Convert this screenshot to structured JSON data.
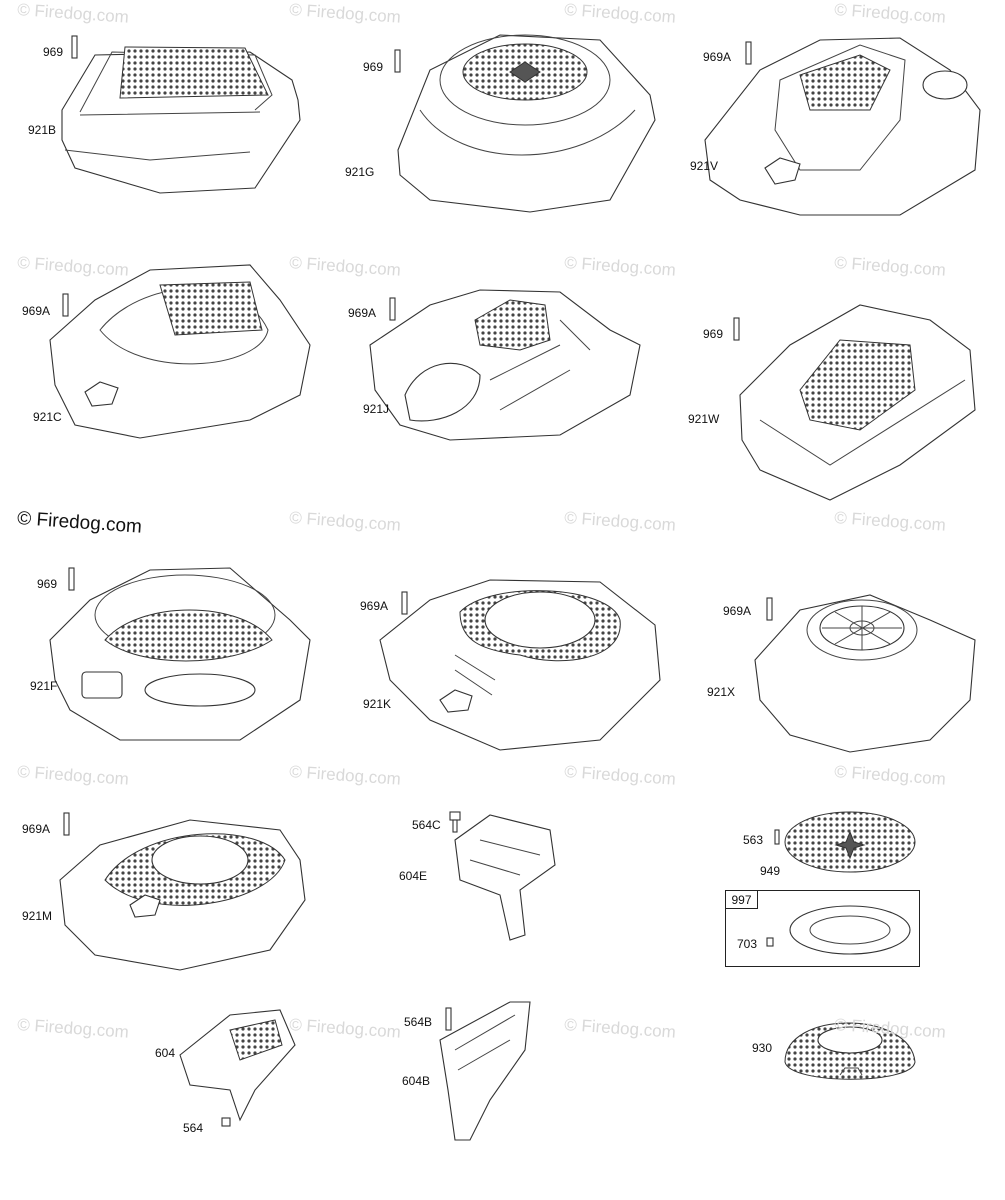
{
  "watermark": "© Firedog.com",
  "parts": {
    "p969_a": "969",
    "p921B": "921B",
    "p969_b": "969",
    "p921G": "921G",
    "p969A_a": "969A",
    "p921V": "921V",
    "p969A_b": "969A",
    "p921C": "921C",
    "p969A_c": "969A",
    "p921J": "921J",
    "p969_c": "969",
    "p921W": "921W",
    "p969_d": "969",
    "p921F": "921F",
    "p969A_d": "969A",
    "p921K": "921K",
    "p969A_e": "969A",
    "p921X": "921X",
    "p969A_f": "969A",
    "p921M": "921M",
    "p564C": "564C",
    "p604E": "604E",
    "p563": "563",
    "p949": "949",
    "p997": "997",
    "p703": "703",
    "p604": "604",
    "p564": "564",
    "p564B": "564B",
    "p604B": "604B",
    "p930": "930"
  }
}
